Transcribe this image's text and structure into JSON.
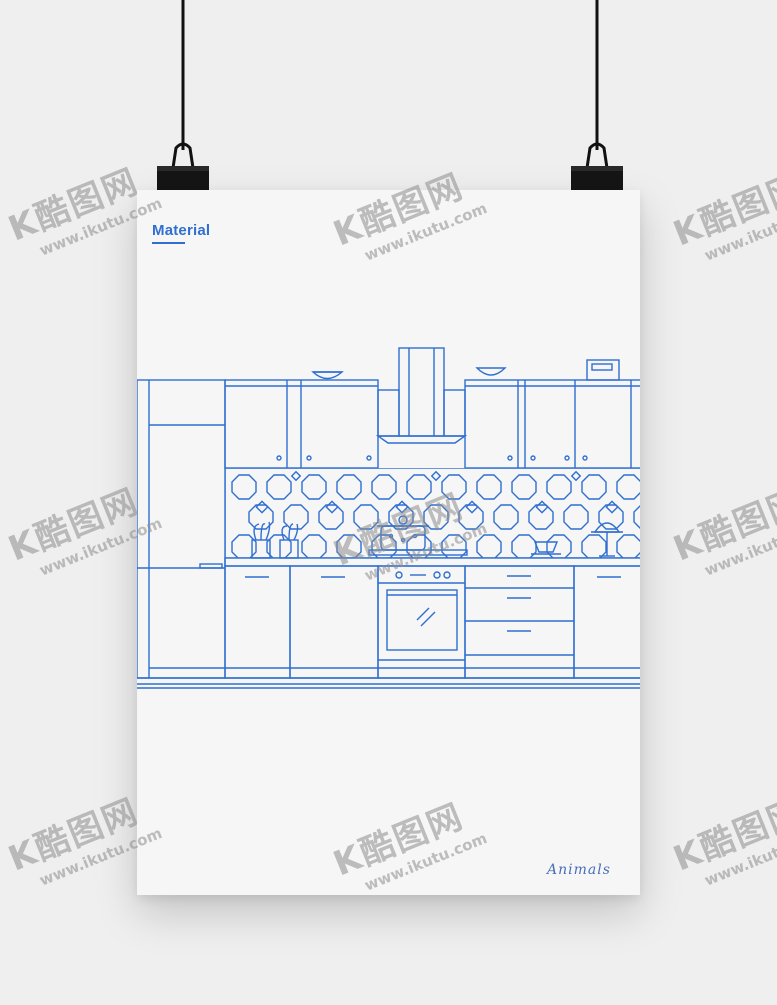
{
  "poster": {
    "title": "Material",
    "signature": "Animals"
  },
  "colors": {
    "line": "#2f6fd1",
    "poster_bg": "#f6f6f6",
    "page_bg": "#efefef",
    "clip": "#111111"
  },
  "watermark": {
    "logo": "K酷图网",
    "url": "www.ikutu.com"
  }
}
